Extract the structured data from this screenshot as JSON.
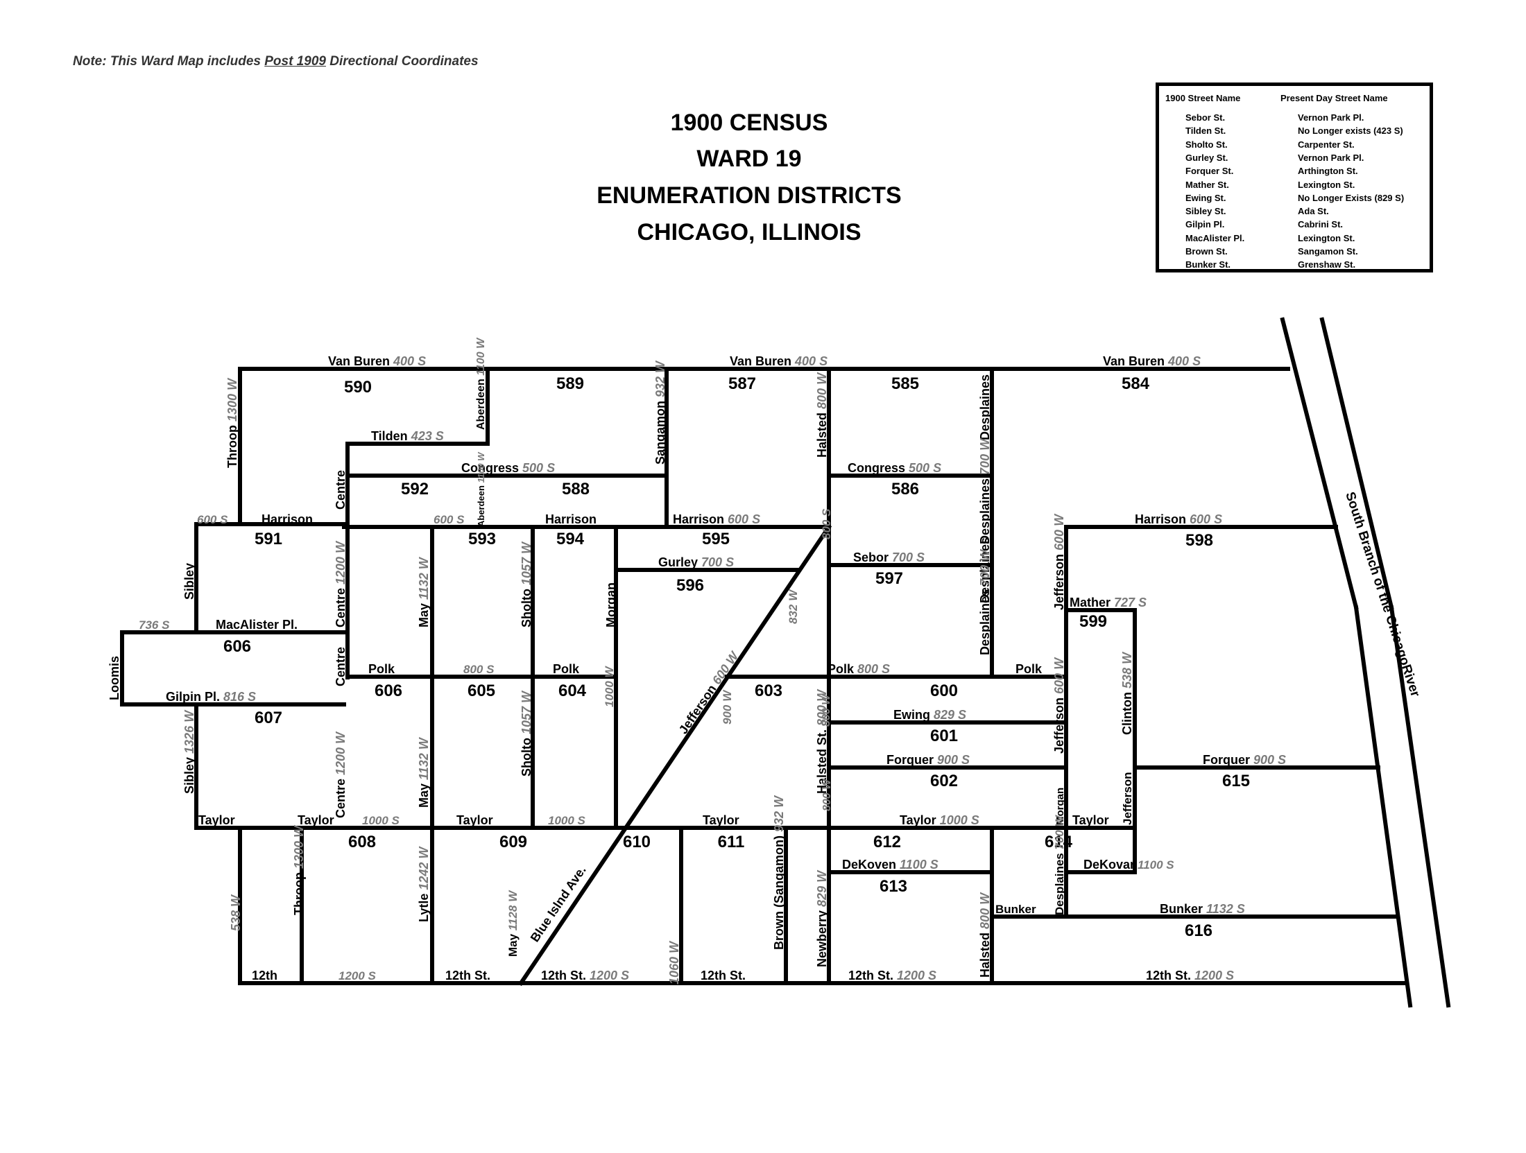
{
  "note": {
    "prefix": "Note:  This Ward Map includes ",
    "underlined": "Post 1909",
    "suffix": " Directional Coordinates"
  },
  "title_lines": [
    "1900 CENSUS",
    "WARD 19",
    "ENUMERATION DISTRICTS",
    "CHICAGO, ILLINOIS"
  ],
  "legend": {
    "header_old": "1900 Street Name",
    "header_new": "Present Day Street Name",
    "rows": [
      {
        "old": "Sebor St.",
        "new": "Vernon Park Pl."
      },
      {
        "old": "Tilden St.",
        "new": "No Longer exists (423 S)"
      },
      {
        "old": "Sholto St.",
        "new": "Carpenter St."
      },
      {
        "old": "Gurley St.",
        "new": "Vernon Park Pl."
      },
      {
        "old": "Forquer St.",
        "new": "Arthington St."
      },
      {
        "old": "Mather St.",
        "new": "Lexington St."
      },
      {
        "old": "Ewing St.",
        "new": "No Longer Exists (829 S)"
      },
      {
        "old": "Sibley St.",
        "new": "Ada St."
      },
      {
        "old": "Gilpin Pl.",
        "new": "Cabrini St."
      },
      {
        "old": "MacAlister Pl.",
        "new": "Lexington St."
      },
      {
        "old": "Brown St.",
        "new": "Sangamon St."
      },
      {
        "old": "Bunker St.",
        "new": "Grenshaw St."
      }
    ]
  },
  "districts": [
    "590",
    "589",
    "587",
    "585",
    "584",
    "592",
    "588",
    "586",
    "591",
    "593",
    "594",
    "595",
    "596",
    "597",
    "598",
    "599",
    "606",
    "606",
    "605",
    "604",
    "603",
    "600",
    "601",
    "602",
    "607",
    "615",
    "608",
    "609",
    "610",
    "611",
    "612",
    "613",
    "614",
    "616"
  ],
  "streets": [
    {
      "name": "Van Buren",
      "coord": "400 S"
    },
    {
      "name": "Van Buren",
      "coord": "400 S"
    },
    {
      "name": "Van Buren",
      "coord": "400 S"
    },
    {
      "name": "Tilden",
      "coord": "423 S"
    },
    {
      "name": "Congress",
      "coord": "500 S"
    },
    {
      "name": "Congress",
      "coord": "500 S"
    },
    {
      "name": "Harrison",
      "coord": ""
    },
    {
      "name": "",
      "coord": "600 S"
    },
    {
      "name": "",
      "coord": "600 S"
    },
    {
      "name": "Harrison",
      "coord": ""
    },
    {
      "name": "Harrison",
      "coord": "600 S"
    },
    {
      "name": "Harrison",
      "coord": "600 S"
    },
    {
      "name": "Gurley",
      "coord": "700 S"
    },
    {
      "name": "Sebor",
      "coord": "700 S"
    },
    {
      "name": "Mather",
      "coord": "727 S"
    },
    {
      "name": "",
      "coord": "736 S"
    },
    {
      "name": "MacAlister Pl.",
      "coord": ""
    },
    {
      "name": "Gilpin Pl.",
      "coord": "816 S"
    },
    {
      "name": "Polk",
      "coord": ""
    },
    {
      "name": "",
      "coord": "800 S"
    },
    {
      "name": "Polk",
      "coord": ""
    },
    {
      "name": "Polk",
      "coord": "800 S"
    },
    {
      "name": "Polk",
      "coord": ""
    },
    {
      "name": "Ewing",
      "coord": "829 S"
    },
    {
      "name": "Forquer",
      "coord": "900 S"
    },
    {
      "name": "Forquer",
      "coord": "900 S"
    },
    {
      "name": "Taylor",
      "coord": ""
    },
    {
      "name": "Taylor",
      "coord": ""
    },
    {
      "name": "",
      "coord": "1000 S"
    },
    {
      "name": "Taylor",
      "coord": ""
    },
    {
      "name": "",
      "coord": "1000 S"
    },
    {
      "name": "Taylor",
      "coord": ""
    },
    {
      "name": "Taylor",
      "coord": "1000 S"
    },
    {
      "name": "Taylor",
      "coord": ""
    },
    {
      "name": "DeKoven",
      "coord": "1100 S"
    },
    {
      "name": "DeKovan",
      "coord": ""
    },
    {
      "name": "",
      "coord": "1100 S"
    },
    {
      "name": "Bunker",
      "coord": ""
    },
    {
      "name": "Bunker",
      "coord": "1132 S"
    },
    {
      "name": "12th",
      "coord": ""
    },
    {
      "name": "",
      "coord": "1200 S"
    },
    {
      "name": "12th St.",
      "coord": ""
    },
    {
      "name": "12th St.",
      "coord": "1200 S"
    },
    {
      "name": "12th St.",
      "coord": ""
    },
    {
      "name": "12th St.",
      "coord": "1200 S"
    },
    {
      "name": "12th St.",
      "coord": "1200 S"
    },
    {
      "name": "Throop",
      "coord": "1300 W"
    },
    {
      "name": "Aberdeen",
      "coord": "1100 W"
    },
    {
      "name": "Sangamon",
      "coord": "932 W"
    },
    {
      "name": "Halsted",
      "coord": "800 W"
    },
    {
      "name": "Desplaines",
      "coord": ""
    },
    {
      "name": "Centre",
      "coord": ""
    },
    {
      "name": "Aberdeen",
      "coord": "1100 W"
    },
    {
      "name": "",
      "coord": "800 S"
    },
    {
      "name": "Desplaines",
      "coord": "700 W"
    },
    {
      "name": "Sibley",
      "coord": ""
    },
    {
      "name": "Centre",
      "coord": "1200 W"
    },
    {
      "name": "May",
      "coord": "1132 W"
    },
    {
      "name": "Sholto",
      "coord": "1057 W"
    },
    {
      "name": "Morgan",
      "coord": ""
    },
    {
      "name": "",
      "coord": "832 W"
    },
    {
      "name": "Desplaines",
      "coord": ""
    },
    {
      "name": "Desplaines",
      "coord": "700 W"
    },
    {
      "name": "Jefferson",
      "coord": "600 W"
    },
    {
      "name": "Loomis",
      "coord": ""
    },
    {
      "name": "Centre",
      "coord": ""
    },
    {
      "name": "",
      "coord": "1000 W"
    },
    {
      "name": "",
      "coord": "900 W"
    },
    {
      "name": "",
      "coord": "800 W"
    },
    {
      "name": "Halsted St.",
      "coord": "800 W"
    },
    {
      "name": "",
      "coord": "800 W"
    },
    {
      "name": "Jefferson",
      "coord": "600 W"
    },
    {
      "name": "Clinton",
      "coord": "538 W"
    },
    {
      "name": "Sibley",
      "coord": "1326 W"
    },
    {
      "name": "Centre",
      "coord": "1200 W"
    },
    {
      "name": "May",
      "coord": "1132 W"
    },
    {
      "name": "Sholto",
      "coord": "1057 W"
    },
    {
      "name": "Morgan",
      "coord": ""
    },
    {
      "name": "Jefferson",
      "coord": ""
    },
    {
      "name": "",
      "coord": "538 W"
    },
    {
      "name": "Throop",
      "coord": "1300 W"
    },
    {
      "name": "Lytle",
      "coord": "1242 W"
    },
    {
      "name": "May",
      "coord": "1128 W"
    },
    {
      "name": "",
      "coord": "1060 W"
    },
    {
      "name": "Brown (Sangamon)",
      "coord": "932 W"
    },
    {
      "name": "Newberry",
      "coord": "829 W"
    },
    {
      "name": "Halsted",
      "coord": "800 W"
    },
    {
      "name": "Desplaines",
      "coord": "700 W"
    },
    {
      "name": "Jefferson",
      "coord": "600 W"
    },
    {
      "name": "Blue Islnd Ave.",
      "coord": ""
    },
    {
      "name": "Blue Island Ave.",
      "coord": ""
    }
  ],
  "river_label": "South Branch of the ChicagoRiver",
  "colors": {
    "ink": "#000000",
    "coord": "#7a7a7a"
  }
}
